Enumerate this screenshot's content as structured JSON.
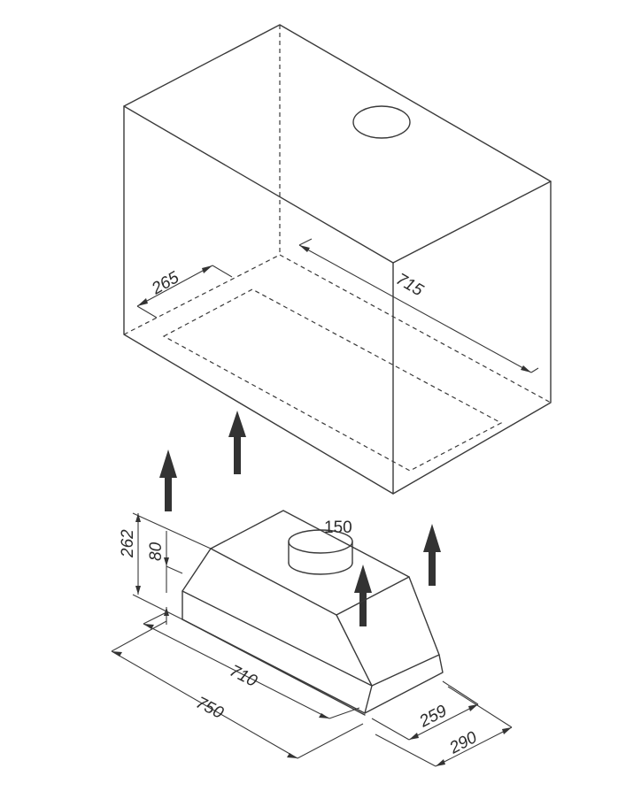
{
  "dimensions": {
    "cabinet_depth": "265",
    "cabinet_width": "715",
    "duct_diameter": "150",
    "total_height": "262",
    "body_height": "80",
    "inner_width": "710",
    "outer_width": "750",
    "inner_depth": "259",
    "outer_depth": "290"
  },
  "colors": {
    "line": "#3a3a3a",
    "arrow": "#333333",
    "background": "#ffffff"
  },
  "icons": {
    "airflow": "up-arrow-icon"
  }
}
